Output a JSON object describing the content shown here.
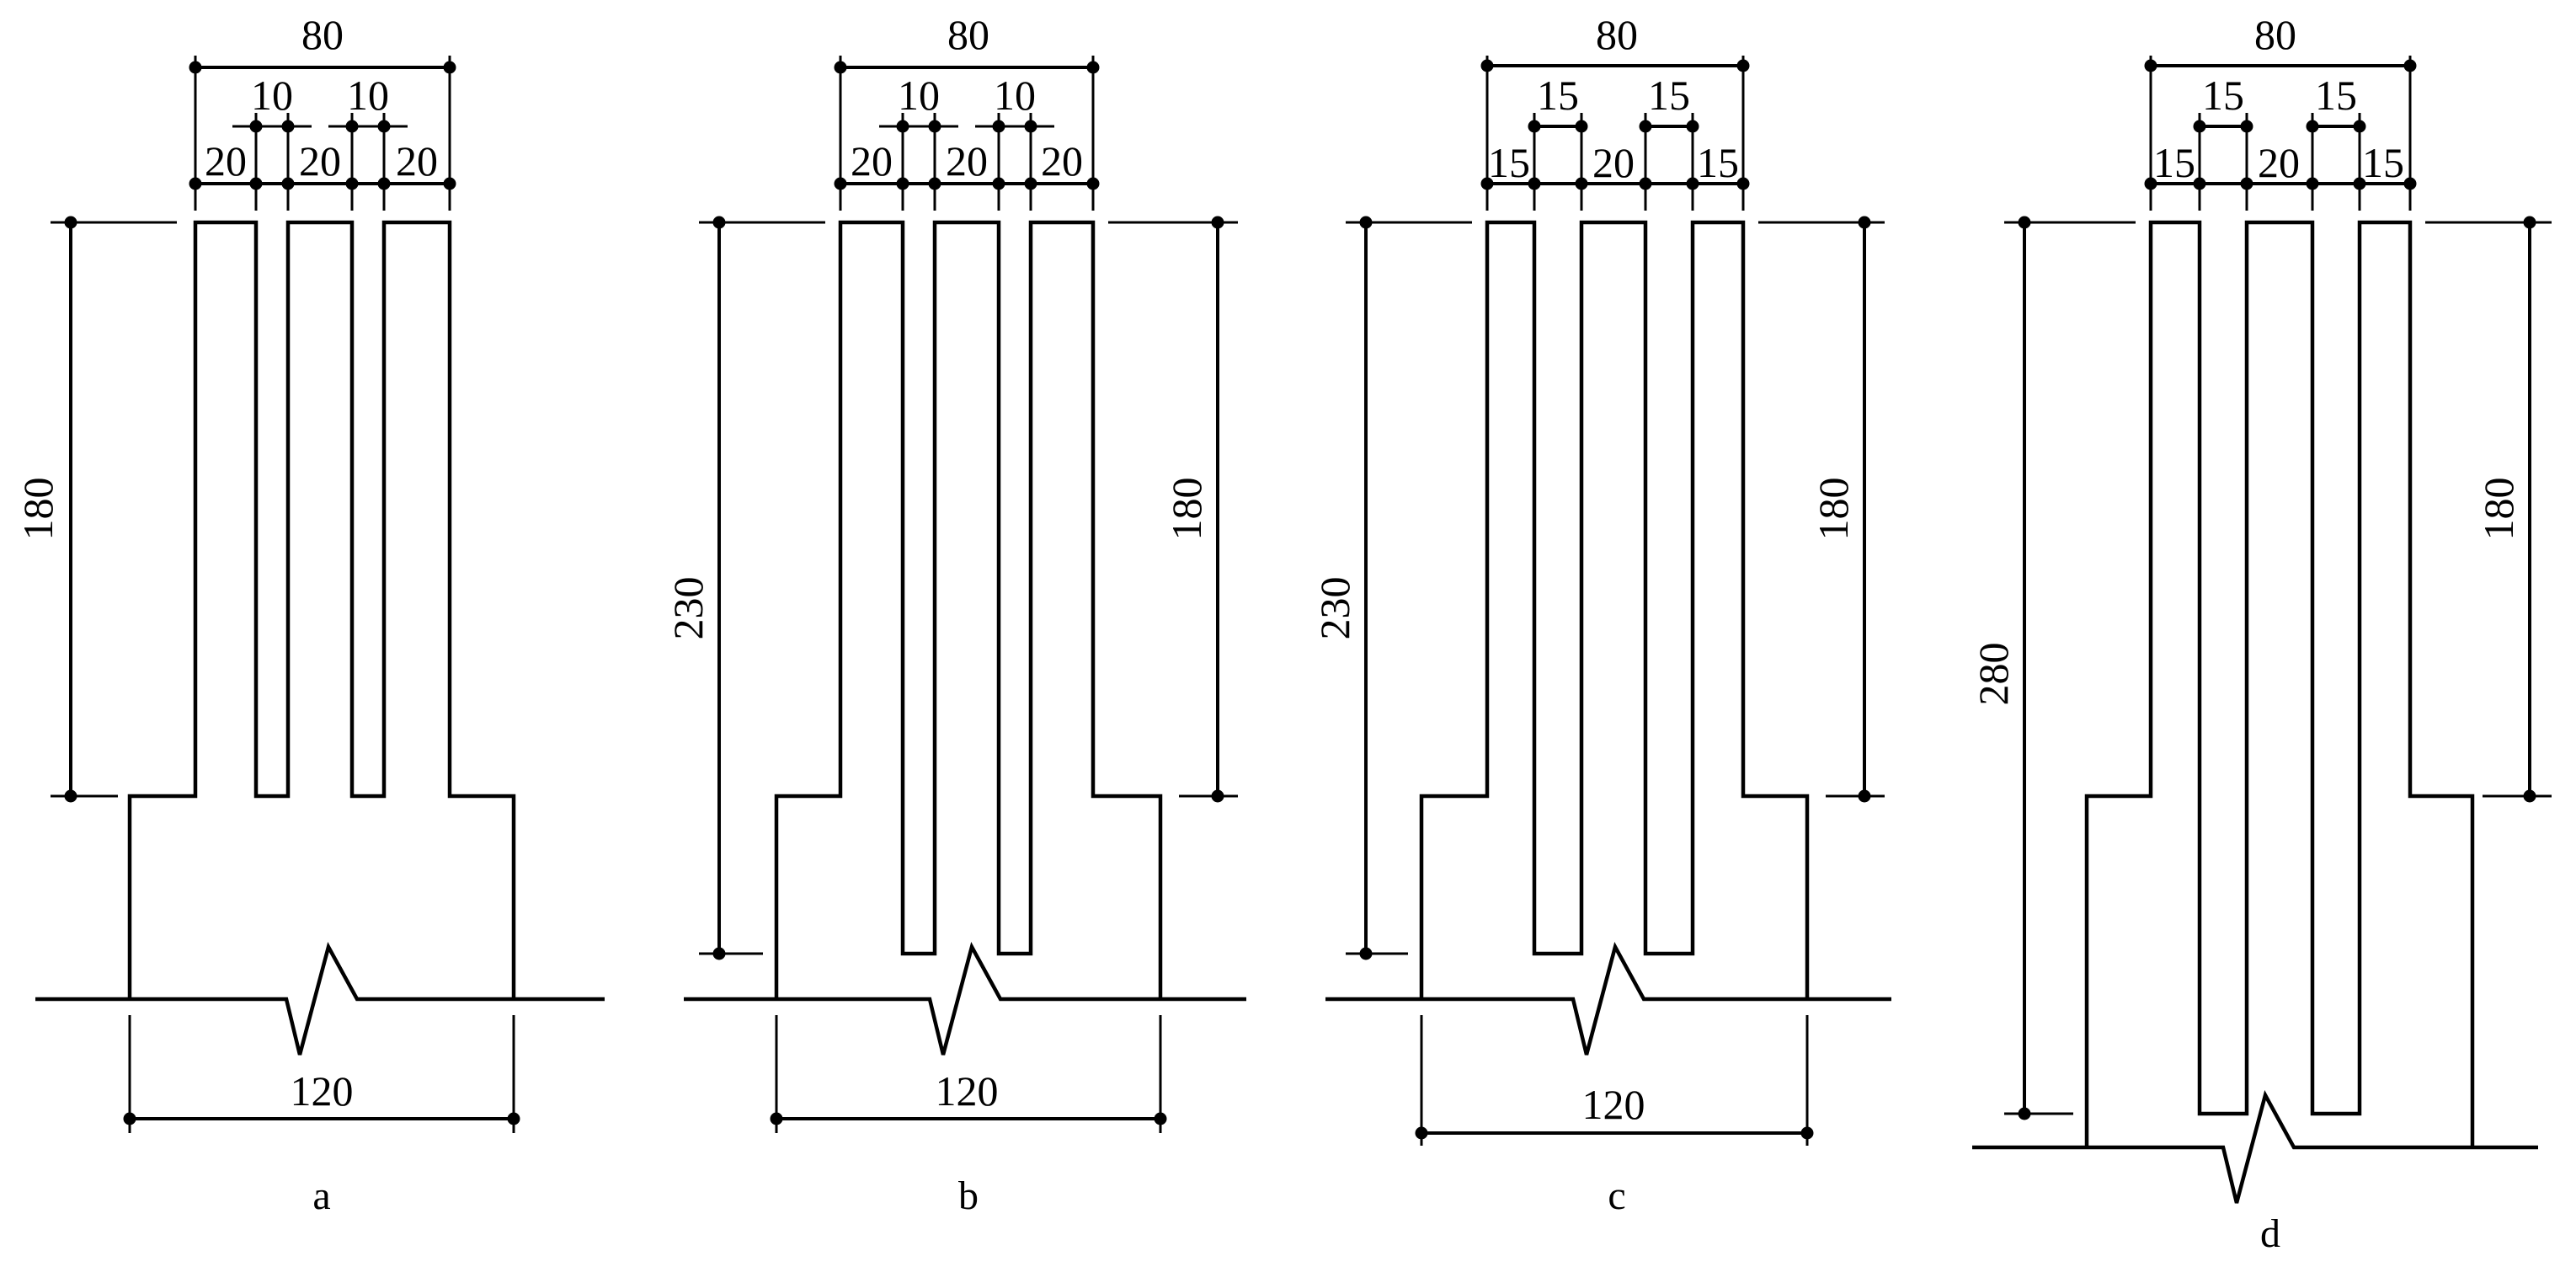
{
  "figure": {
    "panels": [
      {
        "caption": "a",
        "top_width": "80",
        "slot_widths": [
          "10",
          "10"
        ],
        "segment_widths": [
          "20",
          "20",
          "20"
        ],
        "left_height": "180",
        "right_height": "",
        "base_width": "120"
      },
      {
        "caption": "b",
        "top_width": "80",
        "slot_widths": [
          "10",
          "10"
        ],
        "segment_widths": [
          "20",
          "20",
          "20"
        ],
        "left_height": "230",
        "right_height": "180",
        "base_width": "120"
      },
      {
        "caption": "c",
        "top_width": "80",
        "slot_widths": [
          "15",
          "15"
        ],
        "segment_widths": [
          "15",
          "20",
          "15"
        ],
        "left_height": "230",
        "right_height": "180",
        "base_width": "120"
      },
      {
        "caption": "d",
        "top_width": "80",
        "slot_widths": [
          "15",
          "15"
        ],
        "segment_widths": [
          "15",
          "20",
          "15"
        ],
        "left_height": "280",
        "right_height": "180",
        "base_width": ""
      }
    ]
  }
}
